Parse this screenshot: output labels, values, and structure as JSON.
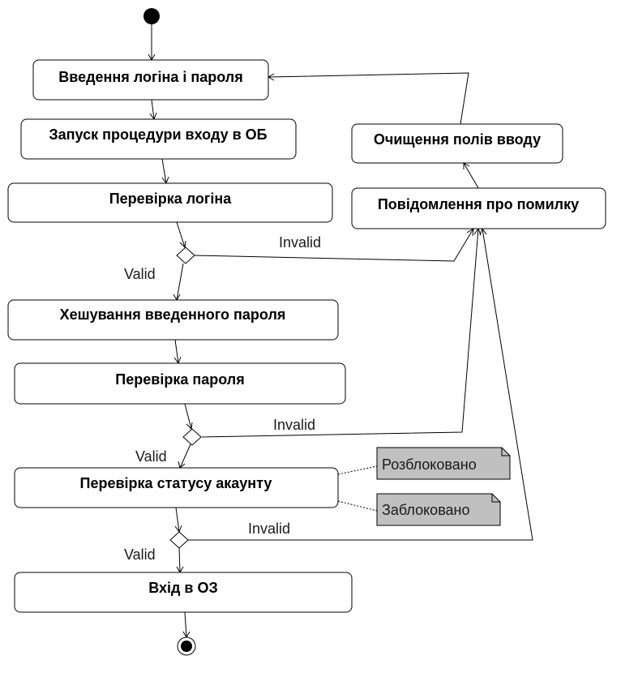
{
  "activities": {
    "login_input": "Введення логіна і пароля",
    "start_login": "Запуск процедури входу в ОБ",
    "check_login": "Перевірка логіна",
    "hash_password": "Хешування введенного пароля",
    "check_password": "Перевірка пароля",
    "check_status": "Перевірка статусу акаунту",
    "enter_os": "Вхід в ОЗ",
    "error_message": "Повідомлення про помилку",
    "clear_fields": "Очищення полів вводу"
  },
  "guards": {
    "invalid_1": "Invalid",
    "valid_1": "Valid",
    "invalid_2": "Invalid",
    "valid_2": "Valid",
    "invalid_3": "Invalid",
    "valid_3": "Valid"
  },
  "notes": {
    "unblocked": "Розблоковано",
    "blocked": "Заблоковано"
  },
  "colors": {
    "note_fill": "#c0c0c0",
    "stroke": "#000000"
  }
}
